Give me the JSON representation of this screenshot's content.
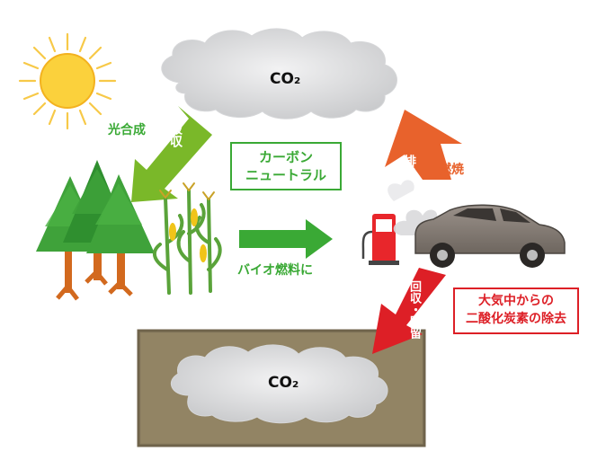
{
  "clouds": {
    "atmosphere_label": "CO₂",
    "underground_label": "CO₂"
  },
  "arrows": {
    "absorb_left": "光合成",
    "absorb_right": "吸収",
    "emit_left": "排出",
    "emit_right": "燃焼",
    "capture_vertical": "回収・貯留",
    "biofuel": "バイオ燃料に"
  },
  "boxes": {
    "carbon_neutral": [
      "カーボン",
      "ニュートラル"
    ],
    "removal": [
      "大気中からの",
      "二酸化炭素の除去"
    ]
  },
  "colors": {
    "green": "#3aa935",
    "light_green": "#7ab829",
    "orange": "#e8622c",
    "red": "#dd1f26",
    "cloud": "#cfd0d2",
    "ground": "#8e8062"
  }
}
